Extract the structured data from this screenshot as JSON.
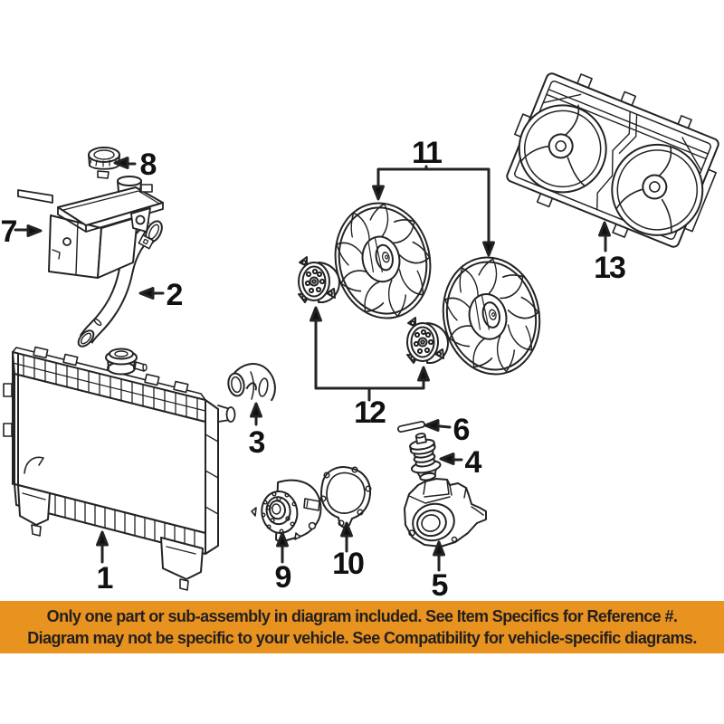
{
  "diagram": {
    "callouts": [
      {
        "label": "1"
      },
      {
        "label": "2"
      },
      {
        "label": "3"
      },
      {
        "label": "4"
      },
      {
        "label": "5"
      },
      {
        "label": "6"
      },
      {
        "label": "7"
      },
      {
        "label": "8"
      },
      {
        "label": "9"
      },
      {
        "label": "10"
      },
      {
        "label": "11"
      },
      {
        "label": "12"
      },
      {
        "label": "13"
      }
    ]
  },
  "banner": {
    "line1": "Only one part or sub-assembly in diagram included. See Item Specifics for Reference #.",
    "line2": "Diagram may not be specific to your vehicle. See Compatibility for vehicle-specific diagrams.",
    "background_color": "#E8921F",
    "text_color": "#231F20"
  },
  "colors": {
    "page_background": "#FFFFFF",
    "line_art": "#232323"
  }
}
